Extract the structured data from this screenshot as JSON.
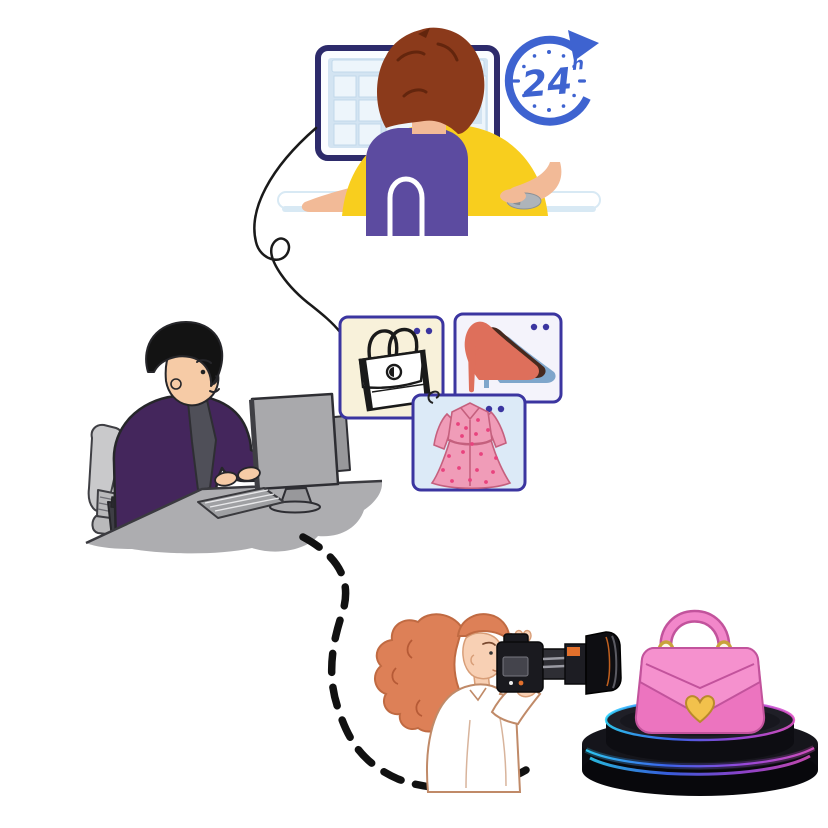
{
  "badge_24h": {
    "value": "24",
    "unit": "h"
  },
  "palette": {
    "clock_blue": "#3E63D0",
    "card_border_indigo": "#3B35A0",
    "monitor_frame_navy": "#2D2B6B",
    "screen_blue": "#D3E4F2",
    "shirt_yellow": "#F8CE1E",
    "chair_purple": "#5C4BA0",
    "hair_auburn": "#8B3A1B",
    "worker_shirt_purple": "#44265C",
    "desk_gray": "#ADADB0",
    "photographer_hair_coral": "#DD8057",
    "bag_pink": "#EC74BF",
    "bag_flap_pink": "#F591CE",
    "heart_gold": "#F2C14C",
    "heels_coral": "#DE6F5B",
    "heels_brown": "#46291E",
    "heels_steel_blue": "#7FA6CB",
    "dress_pink": "#F09CB8",
    "handbag_card_bg": "#F8F1DA",
    "heels_card_bg": "#F4F3FB",
    "dress_card_bg": "#DCEAF7",
    "neon_cyan": "#2FD4FF",
    "neon_purple": "#B14BE8",
    "connector_black": "#1A1A1A"
  },
  "elements": {
    "top_illustration": "support-agent-workstation",
    "clock_icon": "24h-clock-icon",
    "product_cards": [
      "handbag-card",
      "high-heels-card",
      "dress-card"
    ],
    "middle_illustration": "man-working-at-computer",
    "bottom_left_illustration": "photographer-with-camera",
    "bottom_right_illustration": "pink-handbag-on-display-podium",
    "connectors": [
      "curved-line-connector",
      "dashed-line-connector"
    ]
  }
}
